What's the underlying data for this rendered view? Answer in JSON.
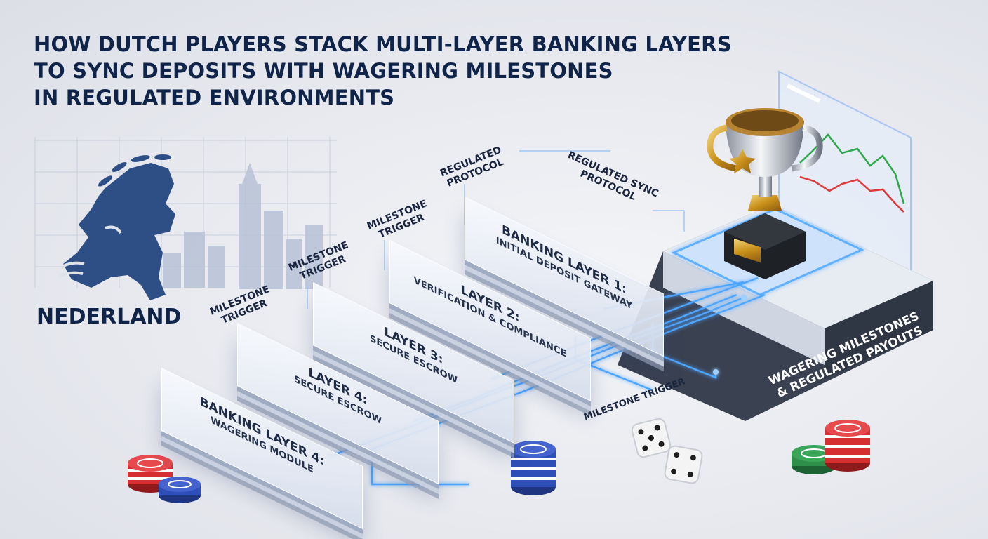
{
  "title_lines": [
    "HOW DUTCH PLAYERS STACK MULTI-LAYER BANKING LAYERS",
    "TO SYNC DEPOSITS WITH WAGERING MILESTONES",
    "IN REGULATED ENVIRONMENTS"
  ],
  "country_label": "NEDERLAND",
  "layers": [
    {
      "title": "BANKING LAYER 4:",
      "subtitle": "WAGERING MODULE"
    },
    {
      "title": "LAYER 4:",
      "subtitle": "SECURE ESCROW"
    },
    {
      "title": "LAYER 3:",
      "subtitle": "SECURE ESCROW"
    },
    {
      "title": "LAYER 2:",
      "subtitle": "VERIFICATION & COMPLIANCE"
    },
    {
      "title": "BANKING LAYER 1:",
      "subtitle": "INITIAL DEPOSIT GATEWAY"
    }
  ],
  "tags": {
    "milestone_trigger_1": [
      "MILESTONE",
      "TRIGGER"
    ],
    "milestone_trigger_2": [
      "MILESTONE",
      "TRIGGER"
    ],
    "milestone_trigger_3": [
      "MILESTONE",
      "TRIGGER"
    ],
    "regulated_protocol": [
      "REGULATED",
      "PROTOCOL"
    ],
    "regulated_sync_protocol": [
      "REGULATED SYNC",
      "PROTOCOL"
    ]
  },
  "flow_label": "MILESTONE TRIGGER",
  "pedestal_label": [
    "WAGERING MILESTONES",
    "& REGULATED PAYOUTS"
  ],
  "colors": {
    "title": "#0f2448",
    "map": "#2e4f86",
    "glow": "#4fa6ff",
    "pedestal": "#3a4151",
    "trophy_gold": "#d39a1c",
    "trend_green": "#2ea84a",
    "trend_red": "#e0393b",
    "chip_red": "#d62f32",
    "chip_blue": "#2f4fb8",
    "chip_green": "#2e8f4a"
  },
  "icons": [
    "netherlands-map",
    "city-skyline",
    "trophy-icon",
    "trend-chart",
    "dice-icon",
    "poker-chips-icon"
  ]
}
